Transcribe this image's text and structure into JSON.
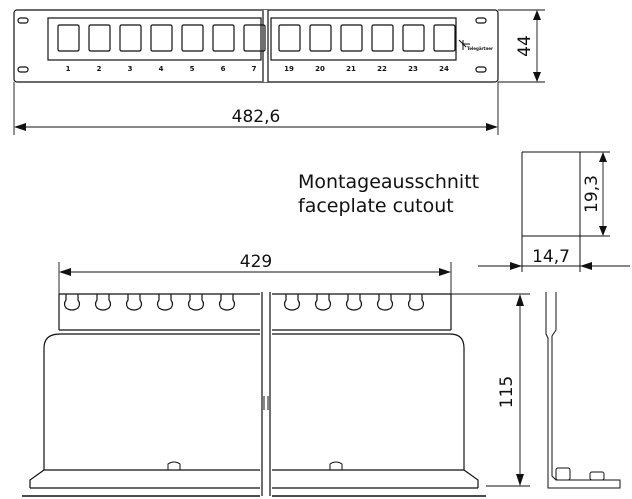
{
  "front_view": {
    "ports_left": [
      "1",
      "2",
      "3",
      "4",
      "5",
      "6",
      "7"
    ],
    "ports_right": [
      "19",
      "20",
      "21",
      "22",
      "23",
      "24"
    ],
    "brand": "Telegärtner",
    "height_dim": "44",
    "width_dim": "482,6"
  },
  "cutout": {
    "label_de": "Montageausschnitt",
    "label_en": "faceplate cutout",
    "height_dim": "19,3",
    "width_dim": "14,7"
  },
  "rear_view": {
    "width_dim": "429",
    "depth_dim": "115"
  }
}
